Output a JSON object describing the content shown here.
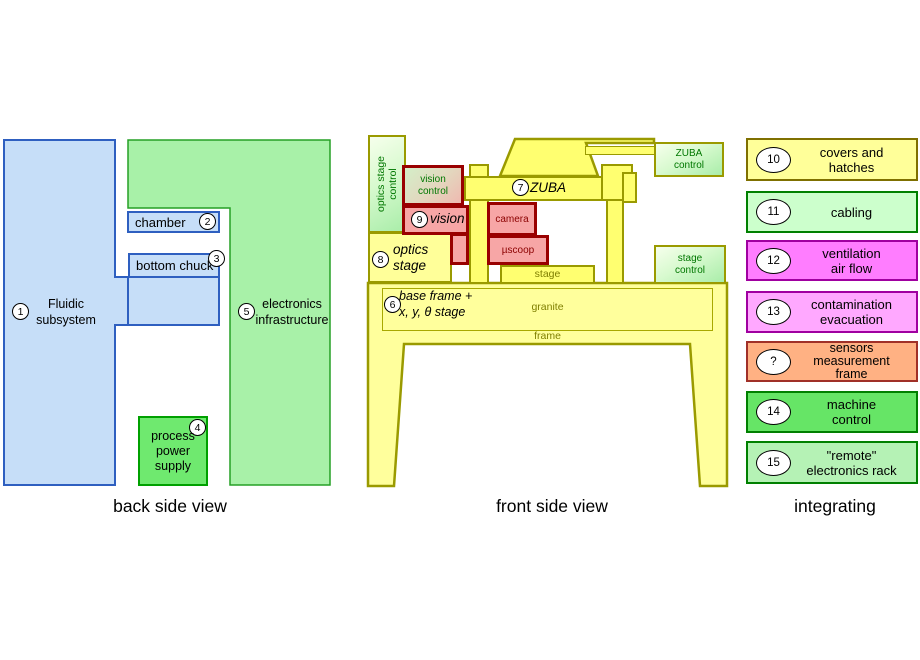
{
  "back": {
    "title": "back side view",
    "fluidic": {
      "num": "1",
      "line1": "Fluidic",
      "line2": "subsystem"
    },
    "chamber": {
      "num": "2",
      "label": "chamber"
    },
    "bottom_chuck": {
      "num": "3",
      "label": "bottom chuck"
    },
    "process_power_supply": {
      "num": "4",
      "line1": "process",
      "line2": "power",
      "line3": "supply"
    },
    "electronics": {
      "num": "5",
      "line1": "electronics",
      "line2": "infrastructure"
    }
  },
  "front": {
    "title": "front side view",
    "optics_stage_control": {
      "line1": "optics stage",
      "line2": "control"
    },
    "vision_control": {
      "line1": "vision",
      "line2": "control"
    },
    "zuba": {
      "num": "7",
      "label": "ZUBA"
    },
    "zuba_control": {
      "line1": "ZUBA",
      "line2": "control"
    },
    "vision": {
      "num": "9",
      "label": "vision"
    },
    "camera": {
      "label": "camera"
    },
    "microscope": {
      "label": "µscoop"
    },
    "optics_stage": {
      "num": "8",
      "line1": "optics",
      "line2": "stage"
    },
    "stage_control": {
      "line1": "stage",
      "line2": "control"
    },
    "stage_label": "stage",
    "base_frame": {
      "num": "6",
      "line1": "base frame +",
      "line2": "x, y, θ stage"
    },
    "granite_label": "granite",
    "frame_label": "frame"
  },
  "integrating": {
    "title": "integrating",
    "items": [
      {
        "num": "10",
        "line1": "covers and",
        "line2": "hatches",
        "style": "background:#FFFF99;border-color:#7F7000"
      },
      {
        "num": "11",
        "line1": "cabling",
        "style": "background:#CCFFCC;border-color:#008000"
      },
      {
        "num": "12",
        "line1": "ventilation",
        "line2": "air flow",
        "style": "background:#FF7DFF;border-color:#A000A0"
      },
      {
        "num": "13",
        "line1": "contamination",
        "line2": "evacuation",
        "style": "background:#FFA8FF;border-color:#A000A0"
      },
      {
        "num": "?",
        "line1": "sensors",
        "line2": "measurement",
        "line3": "frame",
        "style": "background:#FFB183;border-color:#A03028"
      },
      {
        "num": "14",
        "line1": "machine",
        "line2": "control",
        "style": "background:#66E566;border-color:#008000"
      },
      {
        "num": "15",
        "line1": "\"remote\"",
        "line2": "electronics rack",
        "style": "background:#B5F2B5;border-color:#008000"
      }
    ]
  },
  "colors": {
    "machine_yellow": "#FFFF70",
    "panel_yellow": "#FFFF99",
    "olive_border": "#9A9A00",
    "vision_pink": "#F7A6A6",
    "vision_border": "#990000",
    "fluidic_fill": "#C6DEF8",
    "fluidic_border": "#2E5FC0",
    "electronics_fill": "#A8F1A8",
    "electronics_border": "#25A025",
    "power_supply_fill": "#6FE96F",
    "control_text_green": "#007700",
    "olive_label": "#7F7F00"
  }
}
